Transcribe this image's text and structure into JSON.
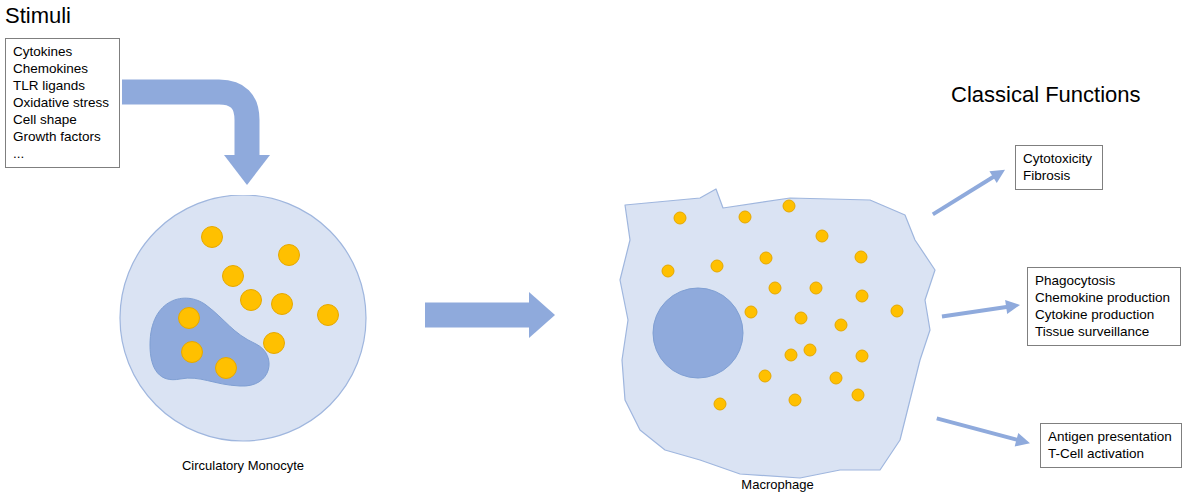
{
  "diagram": {
    "nodes": [
      {
        "text": [
          "Cytokines",
          "Chemokines",
          "TLR ligands",
          "Oxidative stress",
          "Cell shape",
          "Growth factors",
          "..."
        ]
      },
      {
        "text": [
          "Circulatory Monocyte"
        ]
      },
      {
        "text": [
          "Macrophage"
        ]
      },
      {
        "text": [
          "Cytotoxicity",
          "Fibrosis"
        ]
      },
      {
        "text": [
          "Phagocytosis",
          "Chemokine production",
          "Cytokine production",
          "Tissue surveillance"
        ]
      },
      {
        "text": [
          "Antigen presentation",
          "T-Cell activation"
        ]
      }
    ],
    "edges": [
      {
        "from": 0,
        "to": 1,
        "arrow": "to"
      },
      {
        "from": 1,
        "to": 2,
        "arrow": "to"
      },
      {
        "from": 2,
        "to": 3,
        "arrow": "to"
      },
      {
        "from": 2,
        "to": 4,
        "arrow": "to"
      },
      {
        "from": 2,
        "to": 5,
        "arrow": "to"
      }
    ],
    "labels": [
      "Stimuli",
      "Classical Functions"
    ]
  }
}
